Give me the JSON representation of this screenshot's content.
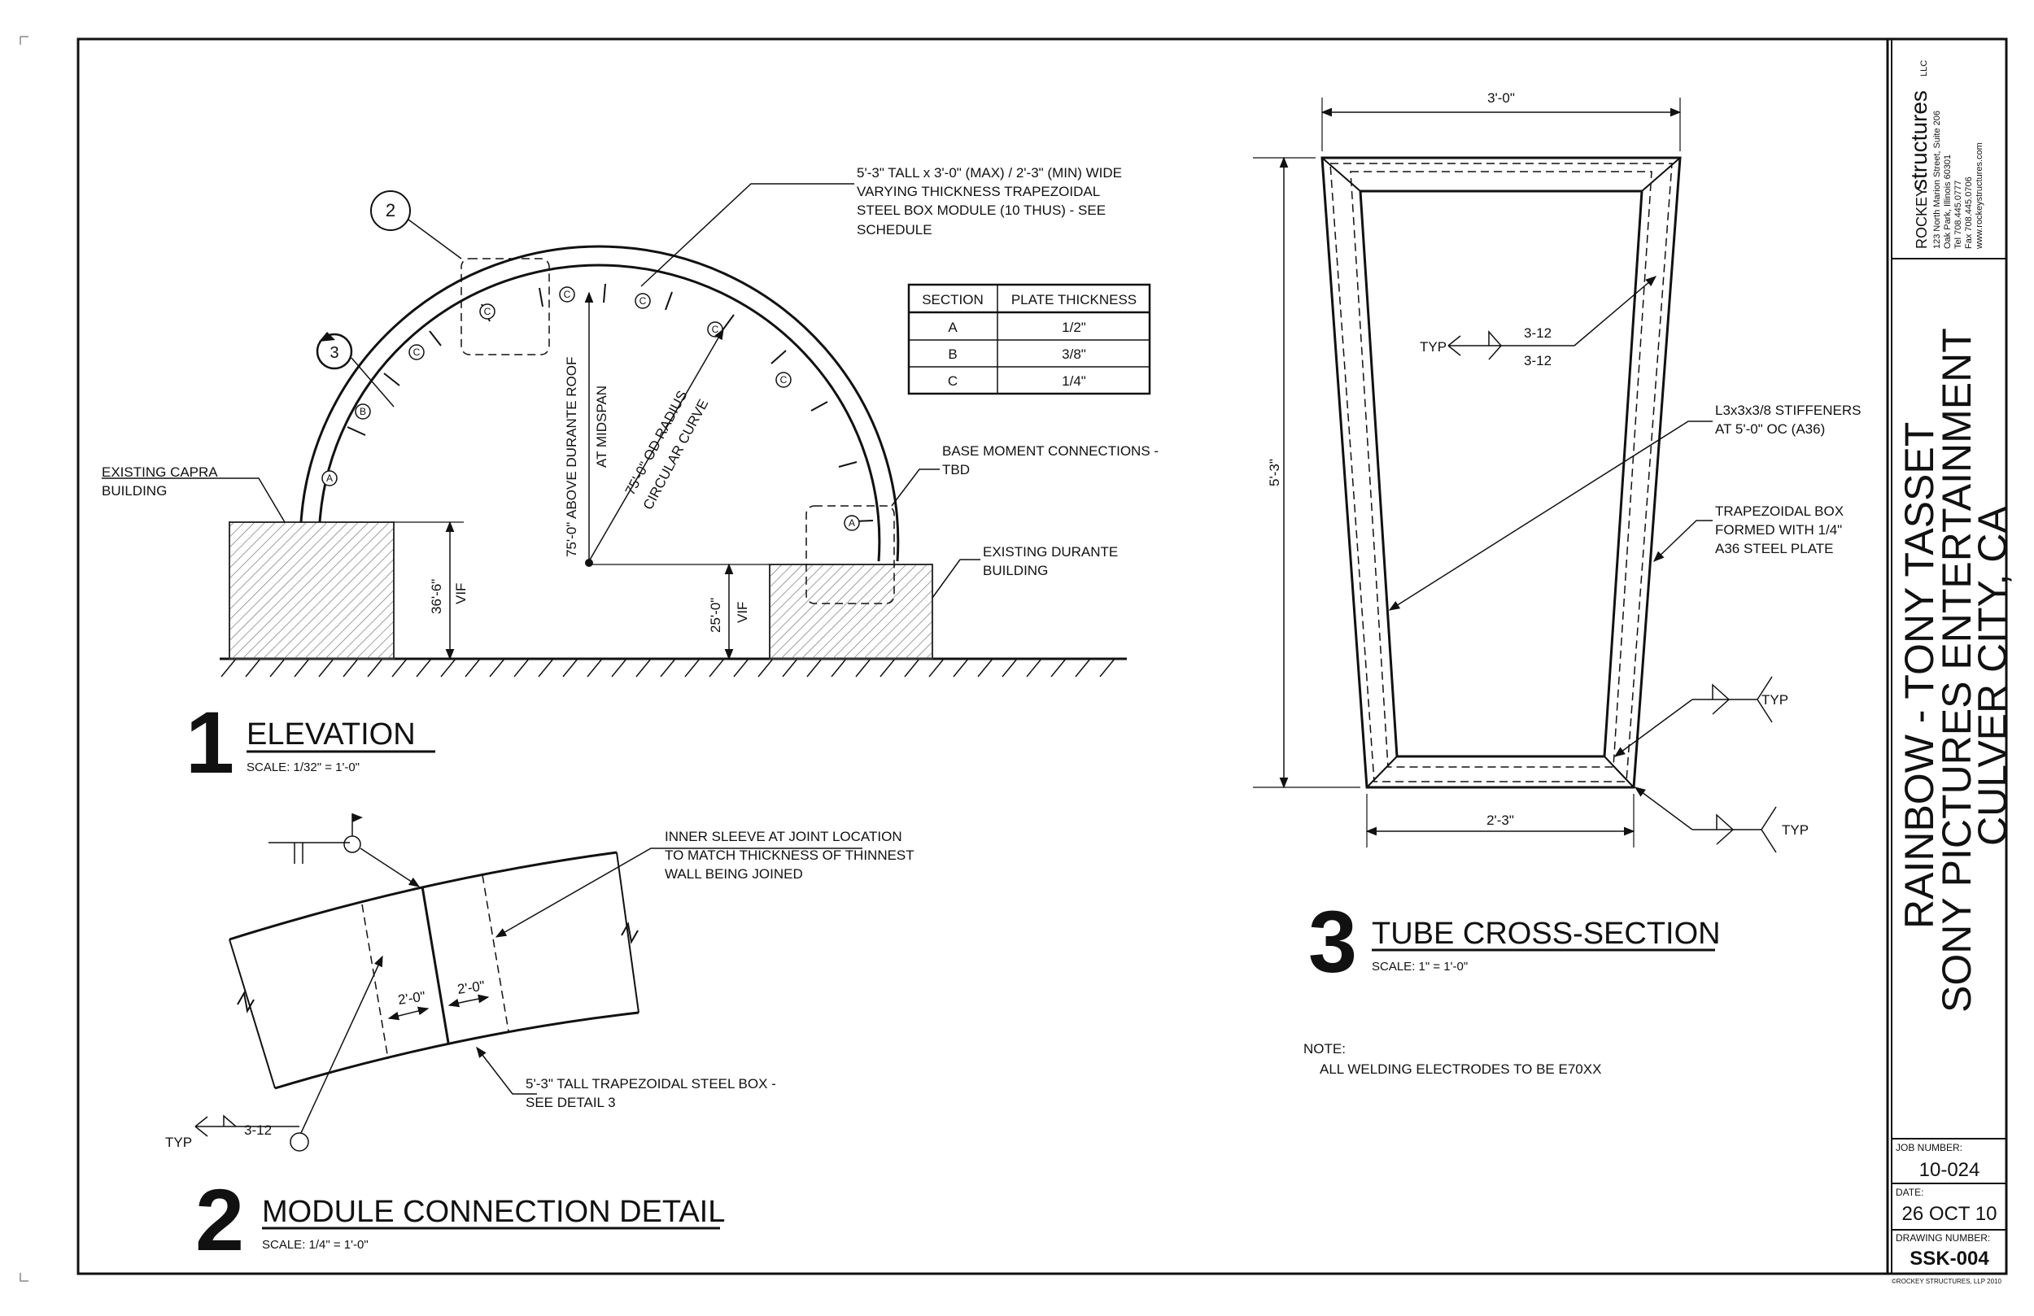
{
  "detail1": {
    "number": "1",
    "title": "ELEVATION",
    "scale": "SCALE: 1/32\" = 1'-0\"",
    "note_module": [
      "5'-3\" TALL x 3'-0\" (MAX) / 2'-3\" (MIN) WIDE",
      "VARYING THICKNESS TRAPEZOIDAL",
      "STEEL BOX MODULE (10 THUS) - SEE",
      "SCHEDULE"
    ],
    "note_capra": [
      "EXISTING CAPRA",
      "BUILDING"
    ],
    "note_base": [
      "BASE MOMENT CONNECTIONS -",
      "TBD"
    ],
    "note_durante": [
      "EXISTING DURANTE",
      "BUILDING"
    ],
    "dim_height": "75'-0\" ABOVE DURANTE ROOF",
    "dim_height_sub": "AT MIDSPAN",
    "dim_radius": "75'-0\" OD RADIUS",
    "dim_radius_sub": "CIRCULAR CURVE",
    "dim_capra": "36'-6\"",
    "dim_durante": "25'-0\"",
    "vif": "VIF",
    "callout_detail2": "2",
    "callout_detail3": "3",
    "section_a": "A",
    "section_b": "B",
    "section_c": "C"
  },
  "schedule": {
    "headers": [
      "SECTION",
      "PLATE THICKNESS"
    ],
    "rows": [
      [
        "A",
        "1/2\""
      ],
      [
        "B",
        "3/8\""
      ],
      [
        "C",
        "1/4\""
      ]
    ]
  },
  "detail2": {
    "number": "2",
    "title": "MODULE CONNECTION DETAIL",
    "scale": "SCALE: 1/4\" = 1'-0\"",
    "note_sleeve": [
      "INNER SLEEVE AT JOINT LOCATION",
      "TO MATCH THICKNESS OF THINNEST",
      "WALL BEING JOINED"
    ],
    "note_box": [
      "5'-3\" TALL TRAPEZOIDAL STEEL BOX -",
      "SEE DETAIL 3"
    ],
    "dim_left": "2'-0\"",
    "dim_right": "2'-0\"",
    "weld_typ": "TYP",
    "weld_size": "3-12"
  },
  "detail3": {
    "number": "3",
    "title": "TUBE CROSS-SECTION",
    "scale": "SCALE: 1\" = 1'-0\"",
    "dim_top": "3'-0\"",
    "dim_bottom": "2'-3\"",
    "dim_height": "5'-3\"",
    "weld_typ": "TYP",
    "weld_top": "3-12",
    "weld_bottom": "3-12",
    "note_stiffeners": [
      "L3x3x3/8 STIFFENERS",
      "AT 5'-0\" OC (A36)"
    ],
    "note_box": [
      "TRAPEZOIDAL BOX",
      "FORMED WITH 1/4\"",
      "A36 STEEL PLATE"
    ],
    "typ_upper": "TYP",
    "typ_lower": "TYP"
  },
  "note": {
    "label": "NOTE:",
    "text": "ALL WELDING ELECTRODES TO BE E70XX"
  },
  "titleblock": {
    "company_prefix": "ROCKEY",
    "company_name": "structures",
    "company_suffix": "LLC",
    "address": [
      "123 North Marion Street, Suite 206",
      "Oak Park, Illinois 60301",
      "Tel 708.445.0777",
      "Fax 708.445.0706",
      "www.rockeystructures.com"
    ],
    "project_line1": "RAINBOW - TONY TASSET",
    "project_line2": "SONY PICTURES ENTERTAINMENT",
    "project_line3": "CULVER CITY, CA",
    "job_label": "JOB NUMBER:",
    "job_value": "10-024",
    "date_label": "DATE:",
    "date_value": "26 OCT 10",
    "drawing_label": "DRAWING NUMBER:",
    "drawing_value": "SSK-004",
    "copyright": "©ROCKEY STRUCTURES, LLP 2010"
  }
}
